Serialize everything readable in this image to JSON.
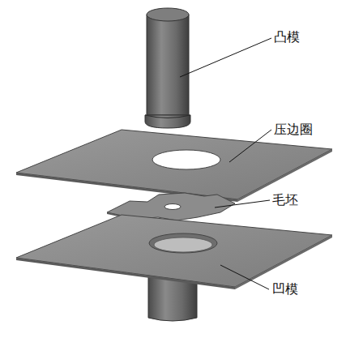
{
  "diagram": {
    "labels": [
      "凸模",
      "压边圈",
      "毛坯",
      "凹模"
    ]
  }
}
